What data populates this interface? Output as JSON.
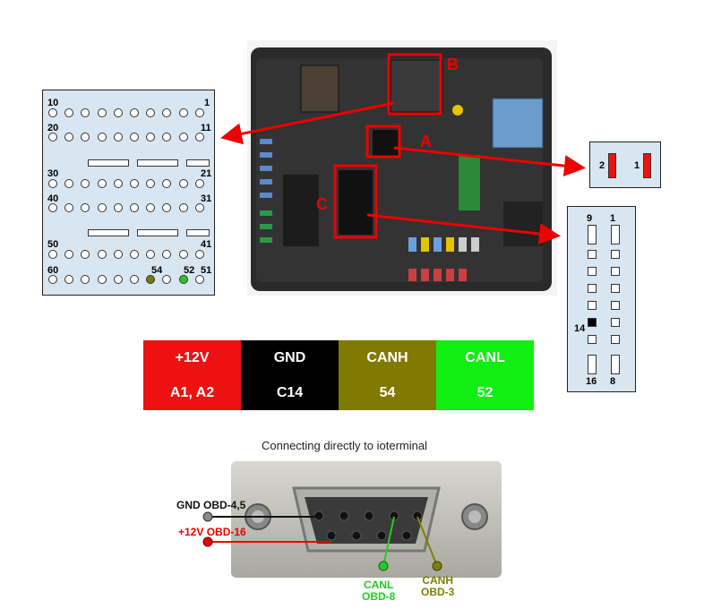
{
  "connector_b": {
    "pin_labels": {
      "p10": "10",
      "p1": "1",
      "p20": "20",
      "p11": "11",
      "p30": "30",
      "p21": "21",
      "p40": "40",
      "p31": "31",
      "p50": "50",
      "p41": "41",
      "p60": "60",
      "p54": "54",
      "p52": "52",
      "p51": "51"
    },
    "highlight": {
      "pin54": "#7a7a00",
      "pin52": "#22cc22"
    }
  },
  "photo_labels": {
    "a": "A",
    "b": "B",
    "c": "C"
  },
  "connector_a": {
    "left": "2",
    "right": "1"
  },
  "connector_c": {
    "top_left": "9",
    "top_right": "1",
    "mid": "14",
    "bottom_left": "16",
    "bottom_right": "8"
  },
  "table": {
    "headers": [
      "+12V",
      "GND",
      "CANH",
      "CANL"
    ],
    "values": [
      "A1, A2",
      "C14",
      "54",
      "52"
    ],
    "colors": [
      "#ee1111",
      "#000000",
      "#807a00",
      "#11ee11"
    ]
  },
  "caption": "Connecting directly to ioterminal",
  "db9": {
    "gnd": "GND OBD-4,5",
    "v12": "+12V OBD-16",
    "canl": "CANL",
    "canl_obd": "OBD-8",
    "canh": "CANH",
    "canh_obd": "OBD-3"
  },
  "accent": {
    "red": "#e80000",
    "green": "#22cc22",
    "olive": "#808000"
  }
}
